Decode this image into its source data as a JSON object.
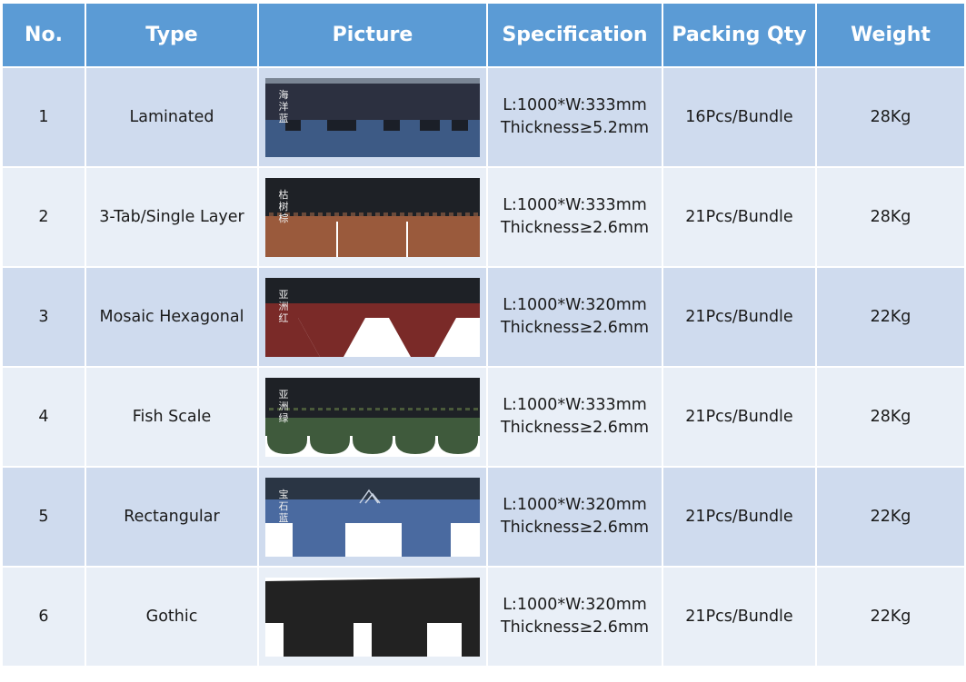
{
  "headers": {
    "no": "No.",
    "type": "Type",
    "picture": "Picture",
    "specification": "Specification",
    "packing": "Packing Qty",
    "weight": "Weight"
  },
  "rows": [
    {
      "no": "1",
      "type": "Laminated",
      "spec_line1": "L:1000*W:333mm",
      "spec_line2": "Thickness≥5.2mm",
      "packing": "16Pcs/Bundle",
      "weight": "28Kg",
      "picture": {
        "shape": "laminated",
        "color": "#3d5a85",
        "label": "海洋蓝"
      }
    },
    {
      "no": "2",
      "type": "3-Tab/Single Layer",
      "spec_line1": "L:1000*W:333mm",
      "spec_line2": "Thickness≥2.6mm",
      "packing": "21Pcs/Bundle",
      "weight": "28Kg",
      "picture": {
        "shape": "three-tab",
        "color": "#9a5a3c",
        "label": "枯树棕"
      }
    },
    {
      "no": "3",
      "type": "Mosaic Hexagonal",
      "spec_line1": "L:1000*W:320mm",
      "spec_line2": "Thickness≥2.6mm",
      "packing": "21Pcs/Bundle",
      "weight": "22Kg",
      "picture": {
        "shape": "hexagonal",
        "color": "#7a2a28",
        "label": "亚洲红"
      }
    },
    {
      "no": "4",
      "type": "Fish Scale",
      "spec_line1": "L:1000*W:333mm",
      "spec_line2": "Thickness≥2.6mm",
      "packing": "21Pcs/Bundle",
      "weight": "28Kg",
      "picture": {
        "shape": "fish-scale",
        "color": "#3f5a3c",
        "label": "亚洲绿"
      }
    },
    {
      "no": "5",
      "type": "Rectangular",
      "spec_line1": "L:1000*W:320mm",
      "spec_line2": "Thickness≥2.6mm",
      "packing": "21Pcs/Bundle",
      "weight": "22Kg",
      "picture": {
        "shape": "rectangular",
        "color": "#4a6aa0",
        "label": "宝石蓝"
      }
    },
    {
      "no": "6",
      "type": "Gothic",
      "spec_line1": "L:1000*W:320mm",
      "spec_line2": "Thickness≥2.6mm",
      "packing": "21Pcs/Bundle",
      "weight": "22Kg",
      "picture": {
        "shape": "gothic",
        "color": "#222222",
        "label": ""
      }
    }
  ]
}
